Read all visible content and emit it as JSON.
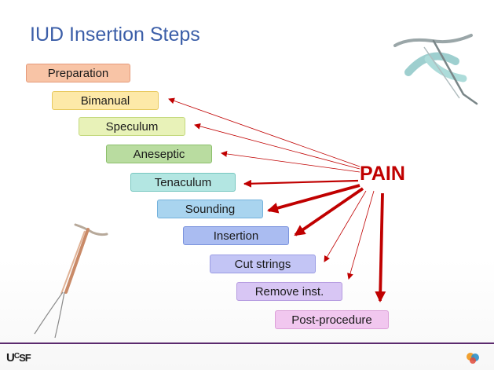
{
  "slide": {
    "title": "IUD Insertion Steps",
    "pain_label": "PAIN",
    "logo": "UCSF",
    "steps": [
      {
        "label": "Preparation",
        "bg": "#f8c4a6",
        "border": "#e59a7a"
      },
      {
        "label": "Bimanual",
        "bg": "#fde9a8",
        "border": "#e8c95e"
      },
      {
        "label": "Speculum",
        "bg": "#e8f2b8",
        "border": "#c4d97e"
      },
      {
        "label": "Aneseptic",
        "bg": "#b9dca0",
        "border": "#8cbf6c"
      },
      {
        "label": "Tenaculum",
        "bg": "#b3e6e2",
        "border": "#77c7c0"
      },
      {
        "label": "Sounding",
        "bg": "#a9d4ef",
        "border": "#74b2dc"
      },
      {
        "label": "Insertion",
        "bg": "#aabcf1",
        "border": "#7b93dd"
      },
      {
        "label": "Cut strings",
        "bg": "#c3c5f5",
        "border": "#9a9ce4"
      },
      {
        "label": "Remove inst.",
        "bg": "#d8c6f4",
        "border": "#b59be0"
      },
      {
        "label": "Post-procedure",
        "bg": "#f1c7ef",
        "border": "#dc9fd8"
      }
    ],
    "arrows": [
      {
        "to_step": "Bimanual",
        "strength": "thin"
      },
      {
        "to_step": "Speculum",
        "strength": "thin"
      },
      {
        "to_step": "Aneseptic",
        "strength": "thin"
      },
      {
        "to_step": "Tenaculum",
        "strength": "medium"
      },
      {
        "to_step": "Sounding",
        "strength": "thick"
      },
      {
        "to_step": "Insertion",
        "strength": "thick"
      },
      {
        "to_step": "Cut strings",
        "strength": "thin"
      },
      {
        "to_step": "Remove inst.",
        "strength": "thin"
      },
      {
        "to_step": "Post-procedure",
        "strength": "thick"
      }
    ],
    "colors": {
      "title": "#3b5ea8",
      "pain": "#c00000",
      "footer_line": "#5b2a6e"
    }
  }
}
